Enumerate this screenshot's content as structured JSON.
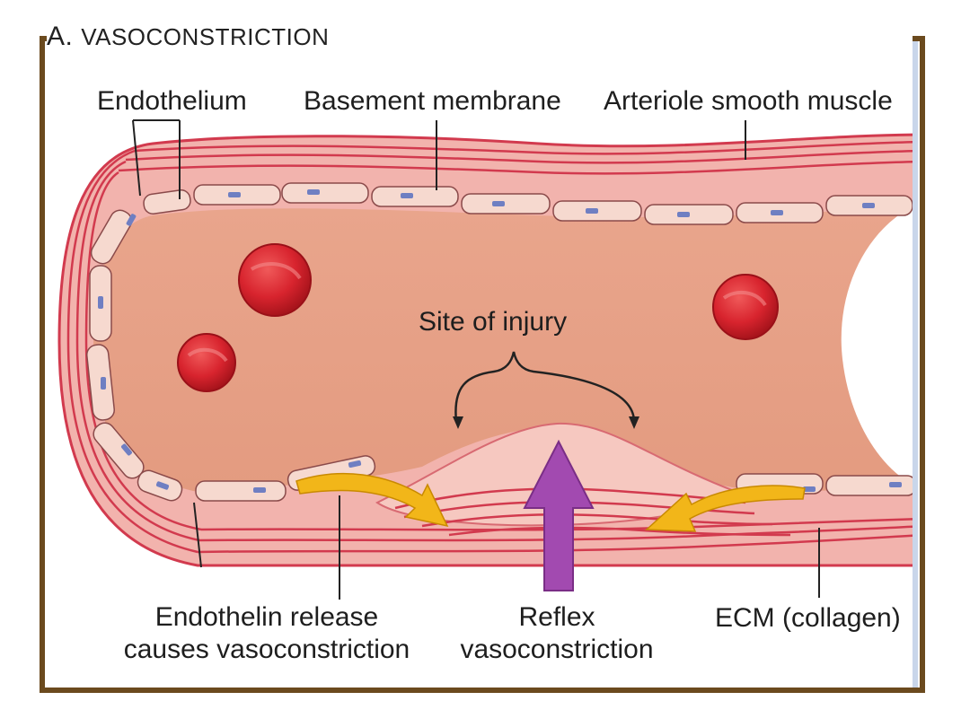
{
  "title": {
    "letter": "A.",
    "text": "VASOCONSTRICTION"
  },
  "labels": {
    "endothelium": "Endothelium",
    "basement_membrane": "Basement membrane",
    "arteriole_smooth_muscle": "Arteriole smooth muscle",
    "site_of_injury": "Site of injury",
    "endothelin_release_line1": "Endothelin release",
    "endothelin_release_line2": "causes vasoconstriction",
    "reflex_line1": "Reflex",
    "reflex_line2": "vasoconstriction",
    "ecm": "ECM (collagen)"
  },
  "colors": {
    "frame": "#6b4a1e",
    "vessel_wall": "#f0a9a6",
    "lumen": "#e7a387",
    "muscle_line": "#d23a4e",
    "endothelial_cell": "#f6d9cf",
    "nucleus": "#6f7fc2",
    "red_blood_cell": "#d8242e",
    "yellow_arrow": "#f2b619",
    "purple_arrow": "#a24ab0"
  }
}
